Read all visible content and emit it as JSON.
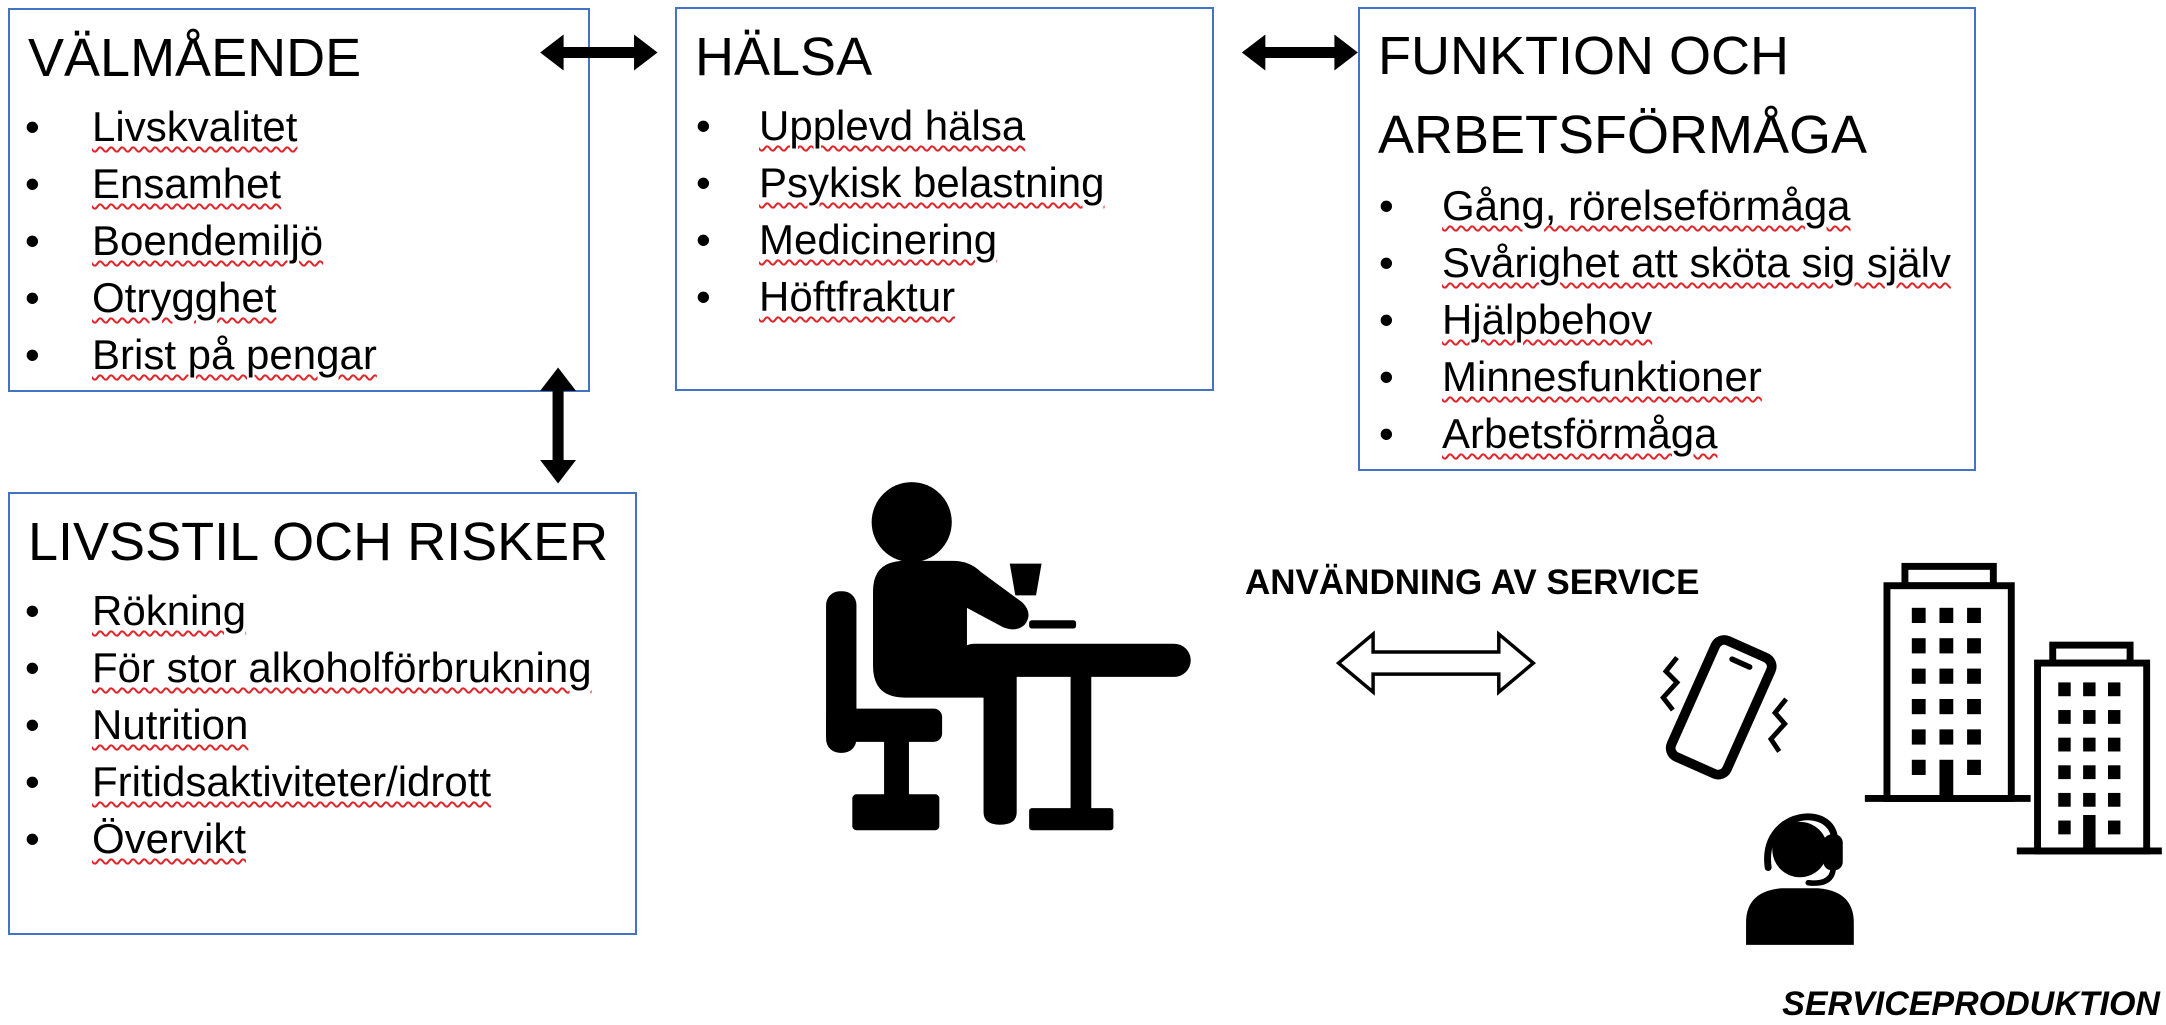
{
  "colors": {
    "box_border": "#4472C4",
    "text": "#000000",
    "spellcheck_underline": "#E0262B",
    "icon": "#000000"
  },
  "bullet": "•",
  "boxes": {
    "valmaende": {
      "title": "VÄLMÅENDE",
      "items": [
        "Livskvalitet",
        "Ensamhet",
        "Boendemiljö",
        "Otrygghet",
        "Brist på pengar"
      ]
    },
    "halsa": {
      "title": "HÄLSA",
      "items": [
        "Upplevd hälsa",
        "Psykisk belastning",
        "Medicinering",
        "Höftfraktur"
      ]
    },
    "funktion": {
      "title": "FUNKTION OCH ARBETSFÖRMÅGA",
      "items": [
        "Gång, rörelseförmåga",
        "Svårighet att sköta sig själv",
        "Hjälpbehov",
        "Minnesfunktioner",
        "Arbetsförmåga"
      ]
    },
    "livsstil": {
      "title": "LIVSSTIL OCH RISKER",
      "items": [
        "Rökning",
        "För stor alkoholförbrukning",
        "Nutrition",
        "Fritidsaktiviteter/idrott",
        "Övervikt"
      ]
    }
  },
  "service_use": {
    "label": "ANVÄNDNING AV SERVICE"
  },
  "service_production": {
    "label": "SERVICEPRODUKTION"
  },
  "icons": {
    "connector": "double-arrow-icon",
    "service_flow": "outline-double-arrow-icon",
    "person": "person-at-desk-icon",
    "phone": "vibrating-phone-icon",
    "buildings": "office-buildings-icon",
    "support": "customer-service-headset-icon"
  }
}
